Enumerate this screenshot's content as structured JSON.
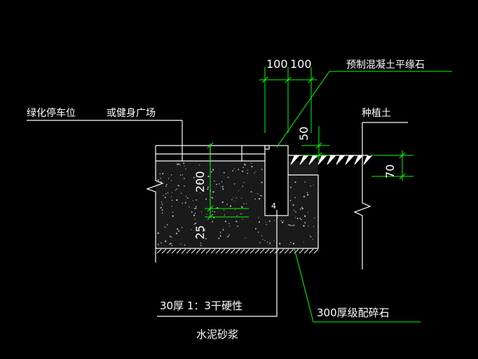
{
  "labels": {
    "left_area": "绿化停车位",
    "left_area_alt": "或健身广场",
    "curb": "预制混凝土平缘石",
    "planting_soil": "种植土",
    "mortar_line1": "30厚 1：3干硬性",
    "mortar_line2": "水泥砂浆",
    "gravel": "300厚级配碎石"
  },
  "dimensions": {
    "top_left": "100",
    "top_right": "100",
    "curb_exposed": "50",
    "curb_depth": "200",
    "bedding": "25",
    "soil_step": "70",
    "curb_marker": "4"
  },
  "colors": {
    "background": "#000000",
    "linework": "#ffffff",
    "dimension_lines": "#00ff00",
    "leader_lines": "#00ff00",
    "concrete_fill": "#1a1a1a",
    "aggregate_dots": "#bfbfbf"
  }
}
